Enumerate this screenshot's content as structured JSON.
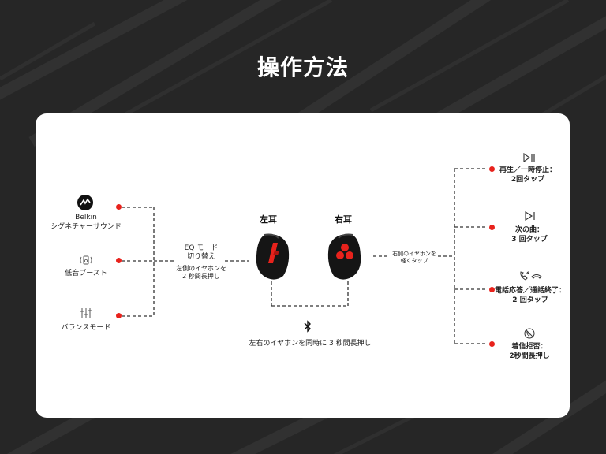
{
  "page": {
    "title": "操作方法"
  },
  "left_modes": [
    {
      "name_line1": "Belkin",
      "name_line2": "シグネチャーサウンド",
      "icon": "belkin-logo-icon"
    },
    {
      "name_line1": "低音ブースト",
      "icon": "bass-speaker-icon"
    },
    {
      "name_line1": "バランスモード",
      "icon": "equalizer-sliders-icon"
    }
  ],
  "eq_switch": {
    "line1": "EQ モード",
    "line2": "切り替え",
    "line3": "左側のイヤホンを",
    "line4": "2 秒間長押し"
  },
  "earbuds": {
    "left_label": "左耳",
    "right_label": "右耳",
    "both_action": "左右のイヤホンを同時に 3 秒間長押し",
    "bluetooth_icon": "bluetooth-icon"
  },
  "right_trigger": {
    "line1": "右側のイヤホンを",
    "line2": "軽くタップ"
  },
  "right_actions": [
    {
      "icon": "play-pause-icon",
      "line1": "再生／一時停止：",
      "line2": "2回タップ"
    },
    {
      "icon": "next-track-icon",
      "line1": "次の曲：",
      "line2": "3 回タップ"
    },
    {
      "icon": "phone-answer-end-icon",
      "line1": "電話応答／通話終了：",
      "line2": "2 回タップ"
    },
    {
      "icon": "call-reject-icon",
      "line1": "着信拒否：",
      "line2": "2秒間長押し"
    }
  ],
  "colors": {
    "background": "#262626",
    "accent": "#e8221c",
    "card": "#ffffff"
  }
}
